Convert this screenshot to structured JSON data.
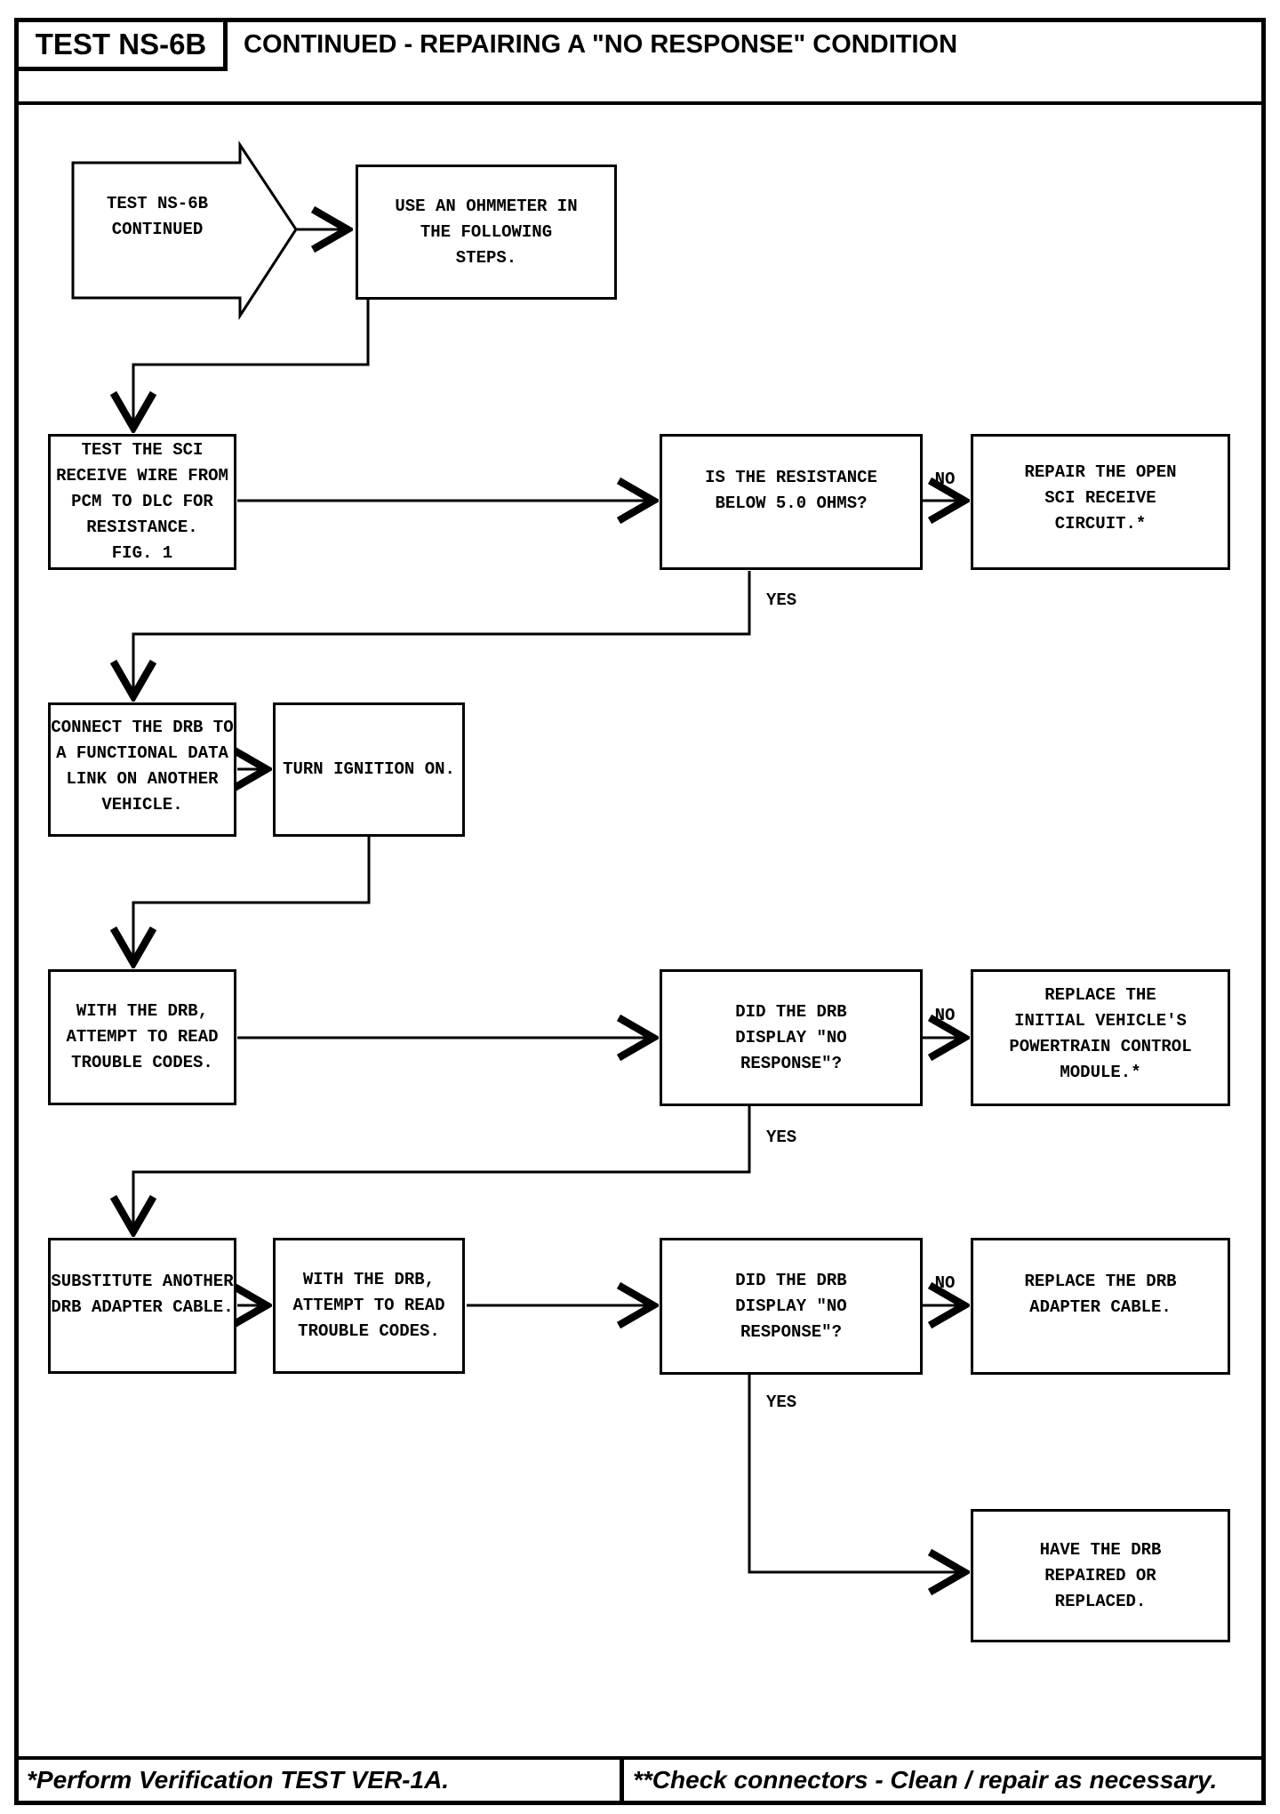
{
  "page": {
    "paper_color": "#ffffff",
    "ink_color": "#000000"
  },
  "header": {
    "test_id": "TEST NS-6B",
    "title": "CONTINUED - REPAIRING A \"NO RESPONSE\" CONDITION"
  },
  "flowchart": {
    "start_label": "TEST NS-6B\nCONTINUED",
    "labels": {
      "yes": "YES",
      "no": "NO"
    },
    "nodes": [
      {
        "id": "use-ohmmeter",
        "text": "USE AN OHMMETER IN\nTHE FOLLOWING\nSTEPS."
      },
      {
        "id": "test-sci-receive-wire",
        "text": "TEST THE SCI\nRECEIVE WIRE FROM\nPCM TO DLC FOR\nRESISTANCE.\nFIG. 1"
      },
      {
        "id": "is-resistance-below-5-ohms",
        "text": "IS THE RESISTANCE\nBELOW 5.0 OHMS?"
      },
      {
        "id": "repair-open-sci-receive-circuit",
        "text": "REPAIR THE OPEN\nSCI RECEIVE\nCIRCUIT.*"
      },
      {
        "id": "connect-drb-another-vehicle",
        "text": "CONNECT THE DRB TO\nA FUNCTIONAL DATA\nLINK ON ANOTHER\nVEHICLE."
      },
      {
        "id": "turn-ignition-on",
        "text": "TURN IGNITION ON."
      },
      {
        "id": "attempt-read-trouble-codes-1",
        "text": "WITH THE DRB,\nATTEMPT TO READ\nTROUBLE CODES."
      },
      {
        "id": "did-drb-display-no-response-1",
        "text": "DID THE DRB\nDISPLAY \"NO\nRESPONSE\"?"
      },
      {
        "id": "replace-powertrain-control-module",
        "text": "REPLACE THE\nINITIAL VEHICLE'S\nPOWERTRAIN CONTROL\nMODULE.*"
      },
      {
        "id": "substitute-adapter-cable",
        "text": "SUBSTITUTE ANOTHER\nDRB ADAPTER CABLE."
      },
      {
        "id": "attempt-read-trouble-codes-2",
        "text": "WITH THE DRB,\nATTEMPT TO READ\nTROUBLE CODES."
      },
      {
        "id": "did-drb-display-no-response-2",
        "text": "DID THE DRB\nDISPLAY \"NO\nRESPONSE\"?"
      },
      {
        "id": "replace-drb-adapter-cable",
        "text": "REPLACE THE DRB\nADAPTER CABLE."
      },
      {
        "id": "have-drb-repaired",
        "text": "HAVE THE DRB\nREPAIRED OR\nREPLACED."
      }
    ]
  },
  "footer": {
    "left_note": "*Perform Verification TEST VER-1A.",
    "right_note": "**Check connectors - Clean / repair as necessary."
  }
}
